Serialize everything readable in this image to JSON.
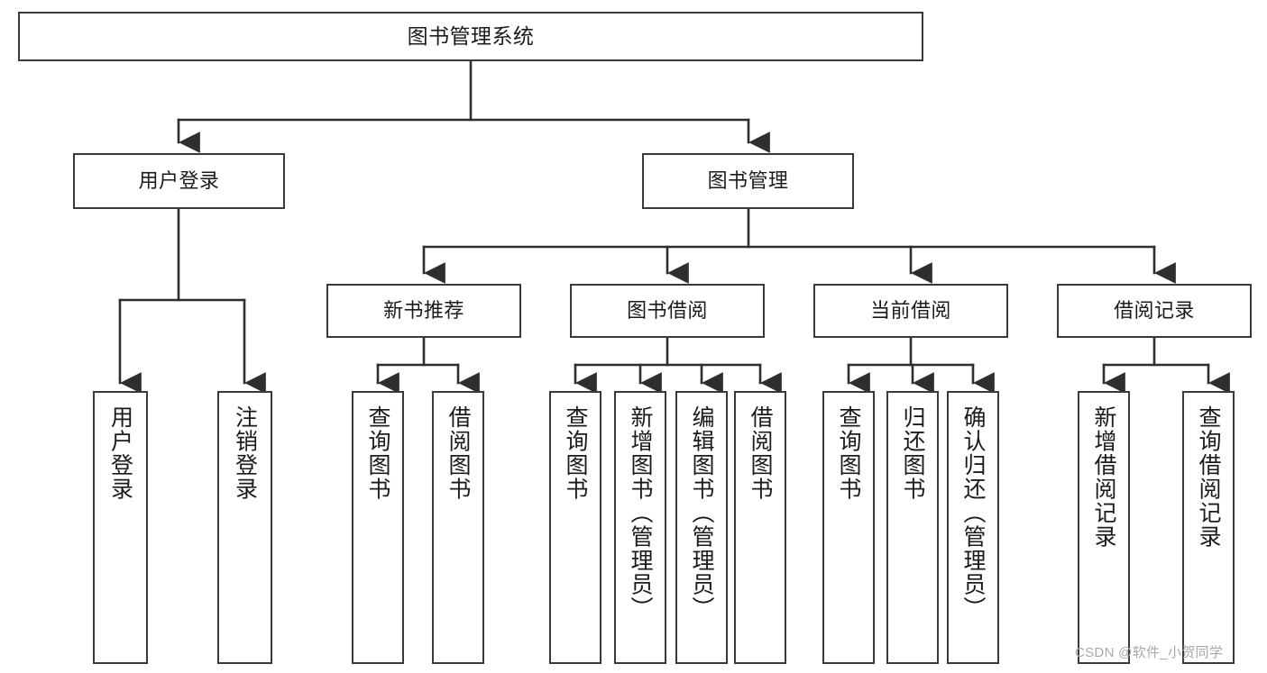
{
  "diagram": {
    "title": "图书管理系统",
    "type": "tree-hierarchy",
    "levels": 4,
    "stroke_color": "#3a3a3a",
    "fill_color": "#ffffff",
    "text_color": "#1b1b1b"
  },
  "nodes": {
    "root": {
      "label": "图书管理系统"
    },
    "level2": [
      {
        "label": "用户登录"
      },
      {
        "label": "图书管理"
      }
    ],
    "level3": [
      {
        "label": "新书推荐"
      },
      {
        "label": "图书借阅"
      },
      {
        "label": "当前借阅"
      },
      {
        "label": "借阅记录"
      }
    ],
    "leaves": {
      "user_login": [
        {
          "label": "用户登录"
        },
        {
          "label": "注销登录"
        }
      ],
      "new_book_recommend": [
        {
          "label": "查询图书"
        },
        {
          "label": "借阅图书"
        }
      ],
      "book_borrow": [
        {
          "label": "查询图书"
        },
        {
          "label": "新增图书（管理员）"
        },
        {
          "label": "编辑图书（管理员）"
        },
        {
          "label": "借阅图书"
        }
      ],
      "current_borrow": [
        {
          "label": "查询图书"
        },
        {
          "label": "归还图书"
        },
        {
          "label": "确认归还（管理员）"
        }
      ],
      "borrow_record": [
        {
          "label": "新增借阅记录"
        },
        {
          "label": "查询借阅记录"
        }
      ]
    }
  },
  "watermark": {
    "text": "CSDN @软件_小贺同学"
  }
}
